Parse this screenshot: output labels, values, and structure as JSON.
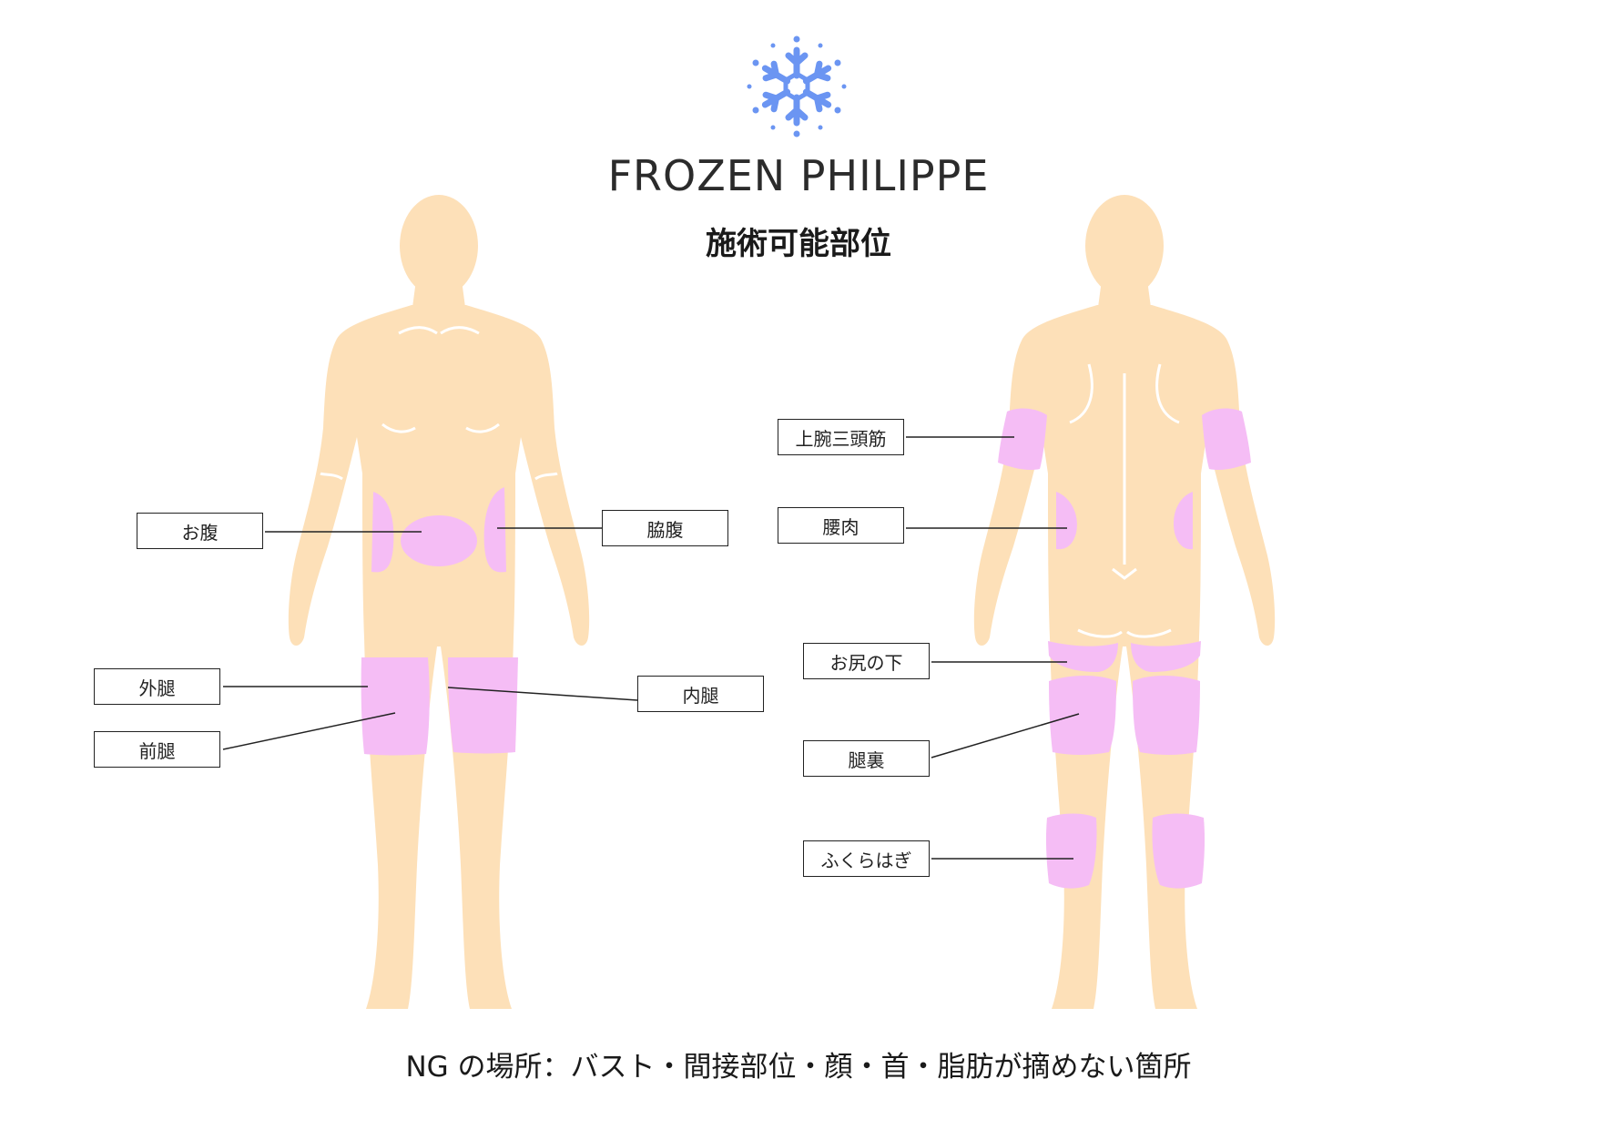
{
  "brand": {
    "name": "FROZEN PHILIPPE",
    "subtitle": "施術可能部位",
    "logo_icon": "snowflake-icon",
    "logo_color": "#6b95f2"
  },
  "colors": {
    "skin": "#fde0b8",
    "treatment_area": "#f5bdf5",
    "leader_line": "#222222"
  },
  "front_labels": {
    "abdomen": "お腹",
    "flank": "脇腹",
    "outer_thigh": "外腿",
    "front_thigh": "前腿",
    "inner_thigh": "内腿"
  },
  "back_labels": {
    "upper_arm": "上腕三頭筋",
    "lower_back": "腰肉",
    "under_buttocks": "お尻の下",
    "back_thigh": "腿裏",
    "calf": "ふくらはぎ"
  },
  "ng_note": "NG の場所：バスト・間接部位・顔・首・脂肪が摘めない箇所"
}
